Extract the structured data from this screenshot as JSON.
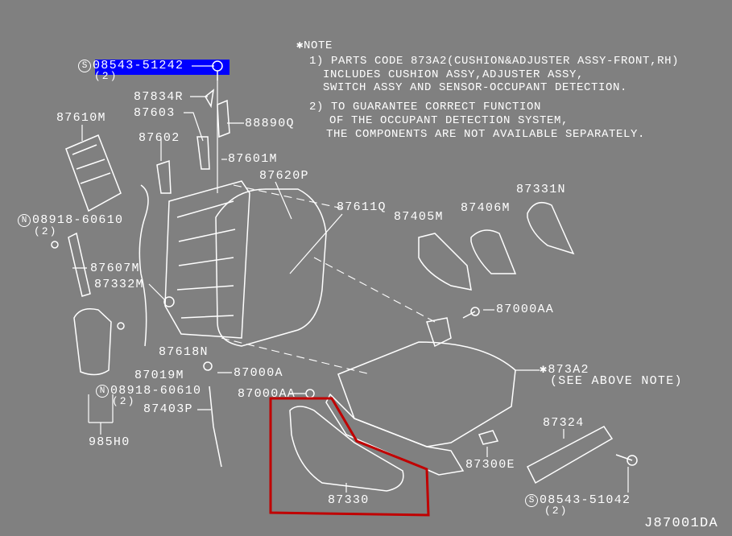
{
  "note": {
    "title": "NOTE",
    "marker": "✱",
    "lines": [
      "1) PARTS CODE 873A2(CUSHION&ADJUSTER ASSY-FRONT,RH)",
      "INCLUDES CUSHION ASSY,ADJUSTER ASSY,",
      "SWITCH ASSY AND SENSOR-OCCUPANT DETECTION.",
      "2) TO GUARANTEE CORRECT FUNCTION",
      "OF THE OCCUPANT DETECTION SYSTEM,",
      "THE COMPONENTS ARE NOT AVAILABLE SEPARATELY."
    ]
  },
  "parts": {
    "screw_top": {
      "prefix": "S",
      "code": "08543-51242",
      "qty": "(2)"
    },
    "p87834R": "87834R",
    "p87603": "87603",
    "p88890Q": "88890Q",
    "p87610M": "87610M",
    "p87602": "87602",
    "p87601M": "87601M",
    "p87620P": "87620P",
    "p87611Q": "87611Q",
    "p87405M": "87405M",
    "p87406M": "87406M",
    "p87331N": "87331N",
    "nut_upper": {
      "prefix": "N",
      "code": "08918-60610",
      "qty": "(2)"
    },
    "p87607M": "87607M",
    "p87332M": "87332M",
    "p87000AA_upper": "87000AA",
    "p87618N": "87618N",
    "p87019M": "87019M",
    "p87000A": "87000A",
    "p873A2": "✱873A2",
    "p873A2_note": "(SEE ABOVE NOTE)",
    "nut_lower": {
      "prefix": "N",
      "code": "08918-60610",
      "qty": "(2)"
    },
    "p87000AA_lower": "87000AA",
    "p87403P": "87403P",
    "p87324": "87324",
    "p985H0": "985H0",
    "p87300E": "87300E",
    "p87330": "87330",
    "screw_bottom": {
      "prefix": "S",
      "code": "08543-51042",
      "qty": "(2)"
    }
  },
  "diagram_id": "J87001DA",
  "colors": {
    "background": "#808080",
    "highlight": "#0000ff",
    "selection_outline": "#c00000",
    "ink": "#ffffff"
  }
}
